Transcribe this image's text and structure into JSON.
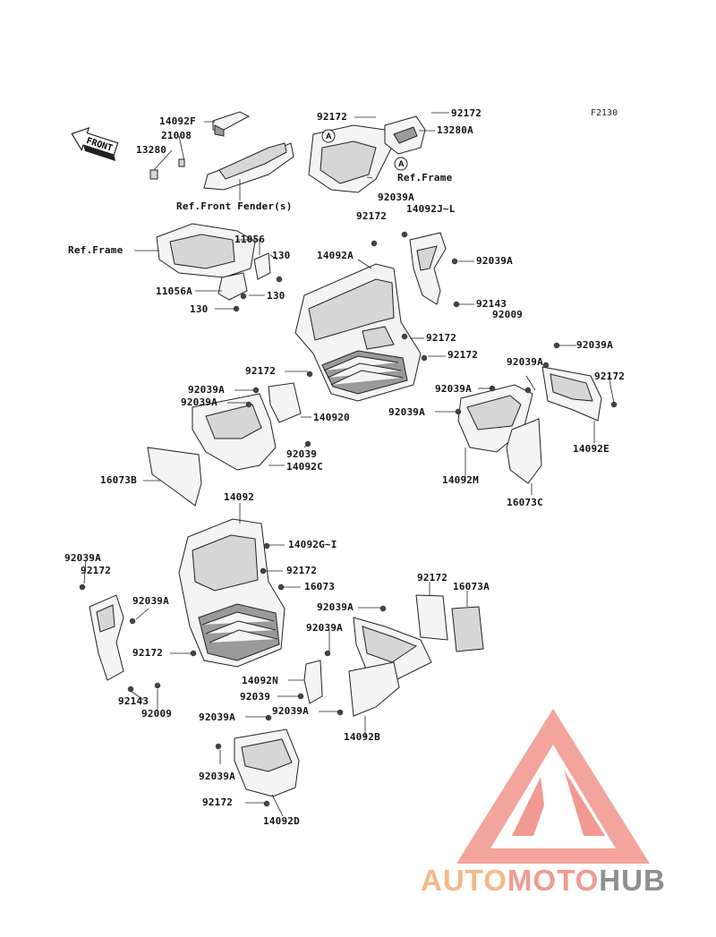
{
  "diagram_code": "F2130",
  "front_arrow_label": "FRONT",
  "callout_letter": "A",
  "watermark": {
    "part1": "AUTO",
    "part2": "MOTO",
    "part3": "HUB",
    "color_light": "#f3b98b",
    "color_red": "#f29a92",
    "color_gray": "#8f8f8f"
  },
  "labels": [
    {
      "id": "p14092F",
      "text": "14092F"
    },
    {
      "id": "p21008",
      "text": "21008"
    },
    {
      "id": "p13280",
      "text": "13280"
    },
    {
      "id": "p92172_t1",
      "text": "92172"
    },
    {
      "id": "p92172_t2",
      "text": "92172"
    },
    {
      "id": "p13280A",
      "text": "13280A"
    },
    {
      "id": "ref_frame_1",
      "text": "Ref.Frame"
    },
    {
      "id": "ref_front_fender",
      "text": "Ref.Front Fender(s)"
    },
    {
      "id": "p92039A_1",
      "text": "92039A"
    },
    {
      "id": "p92172_a",
      "text": "92172"
    },
    {
      "id": "p14092JL",
      "text": "14092J~L"
    },
    {
      "id": "ref_frame_2",
      "text": "Ref.Frame"
    },
    {
      "id": "p11056",
      "text": "11056"
    },
    {
      "id": "p130_1",
      "text": "130"
    },
    {
      "id": "p14092A",
      "text": "14092A"
    },
    {
      "id": "p92039A_2",
      "text": "92039A"
    },
    {
      "id": "p11056A",
      "text": "11056A"
    },
    {
      "id": "p130_2",
      "text": "130"
    },
    {
      "id": "p130_3",
      "text": "130"
    },
    {
      "id": "p92143_1",
      "text": "92143"
    },
    {
      "id": "p92009_1",
      "text": "92009"
    },
    {
      "id": "p92172_b",
      "text": "92172"
    },
    {
      "id": "p92039A_3",
      "text": "92039A"
    },
    {
      "id": "p92172_c",
      "text": "92172"
    },
    {
      "id": "p92172_d",
      "text": "92172"
    },
    {
      "id": "p92039A_4",
      "text": "92039A"
    },
    {
      "id": "p92172_e",
      "text": "92172"
    },
    {
      "id": "p92039A_5",
      "text": "92039A"
    },
    {
      "id": "p92039A_6",
      "text": "92039A"
    },
    {
      "id": "p92039A_7",
      "text": "92039A"
    },
    {
      "id": "p140920",
      "text": "140920"
    },
    {
      "id": "p92039A_8",
      "text": "92039A"
    },
    {
      "id": "p14092E",
      "text": "14092E"
    },
    {
      "id": "p92039_1",
      "text": "92039"
    },
    {
      "id": "p14092C",
      "text": "14092C"
    },
    {
      "id": "p16073B",
      "text": "16073B"
    },
    {
      "id": "p14092M",
      "text": "14092M"
    },
    {
      "id": "p16073C",
      "text": "16073C"
    },
    {
      "id": "p14092",
      "text": "14092"
    },
    {
      "id": "p92039A_9",
      "text": "92039A"
    },
    {
      "id": "p14092GI",
      "text": "14092G~I"
    },
    {
      "id": "p92172_f",
      "text": "92172"
    },
    {
      "id": "p92172_g",
      "text": "92172"
    },
    {
      "id": "p92172_h",
      "text": "92172"
    },
    {
      "id": "p16073",
      "text": "16073"
    },
    {
      "id": "p16073A",
      "text": "16073A"
    },
    {
      "id": "p92039A_10",
      "text": "92039A"
    },
    {
      "id": "p92039A_11",
      "text": "92039A"
    },
    {
      "id": "p92039A_12",
      "text": "92039A"
    },
    {
      "id": "p92172_i",
      "text": "92172"
    },
    {
      "id": "p14092N",
      "text": "14092N"
    },
    {
      "id": "p92143_2",
      "text": "92143"
    },
    {
      "id": "p92039_2",
      "text": "92039"
    },
    {
      "id": "p92039A_13",
      "text": "92039A"
    },
    {
      "id": "p92009_2",
      "text": "92009"
    },
    {
      "id": "p92039A_14",
      "text": "92039A"
    },
    {
      "id": "p14092B",
      "text": "14092B"
    },
    {
      "id": "p92039A_15",
      "text": "92039A"
    },
    {
      "id": "p92172_j",
      "text": "92172"
    },
    {
      "id": "p14092D",
      "text": "14092D"
    }
  ]
}
